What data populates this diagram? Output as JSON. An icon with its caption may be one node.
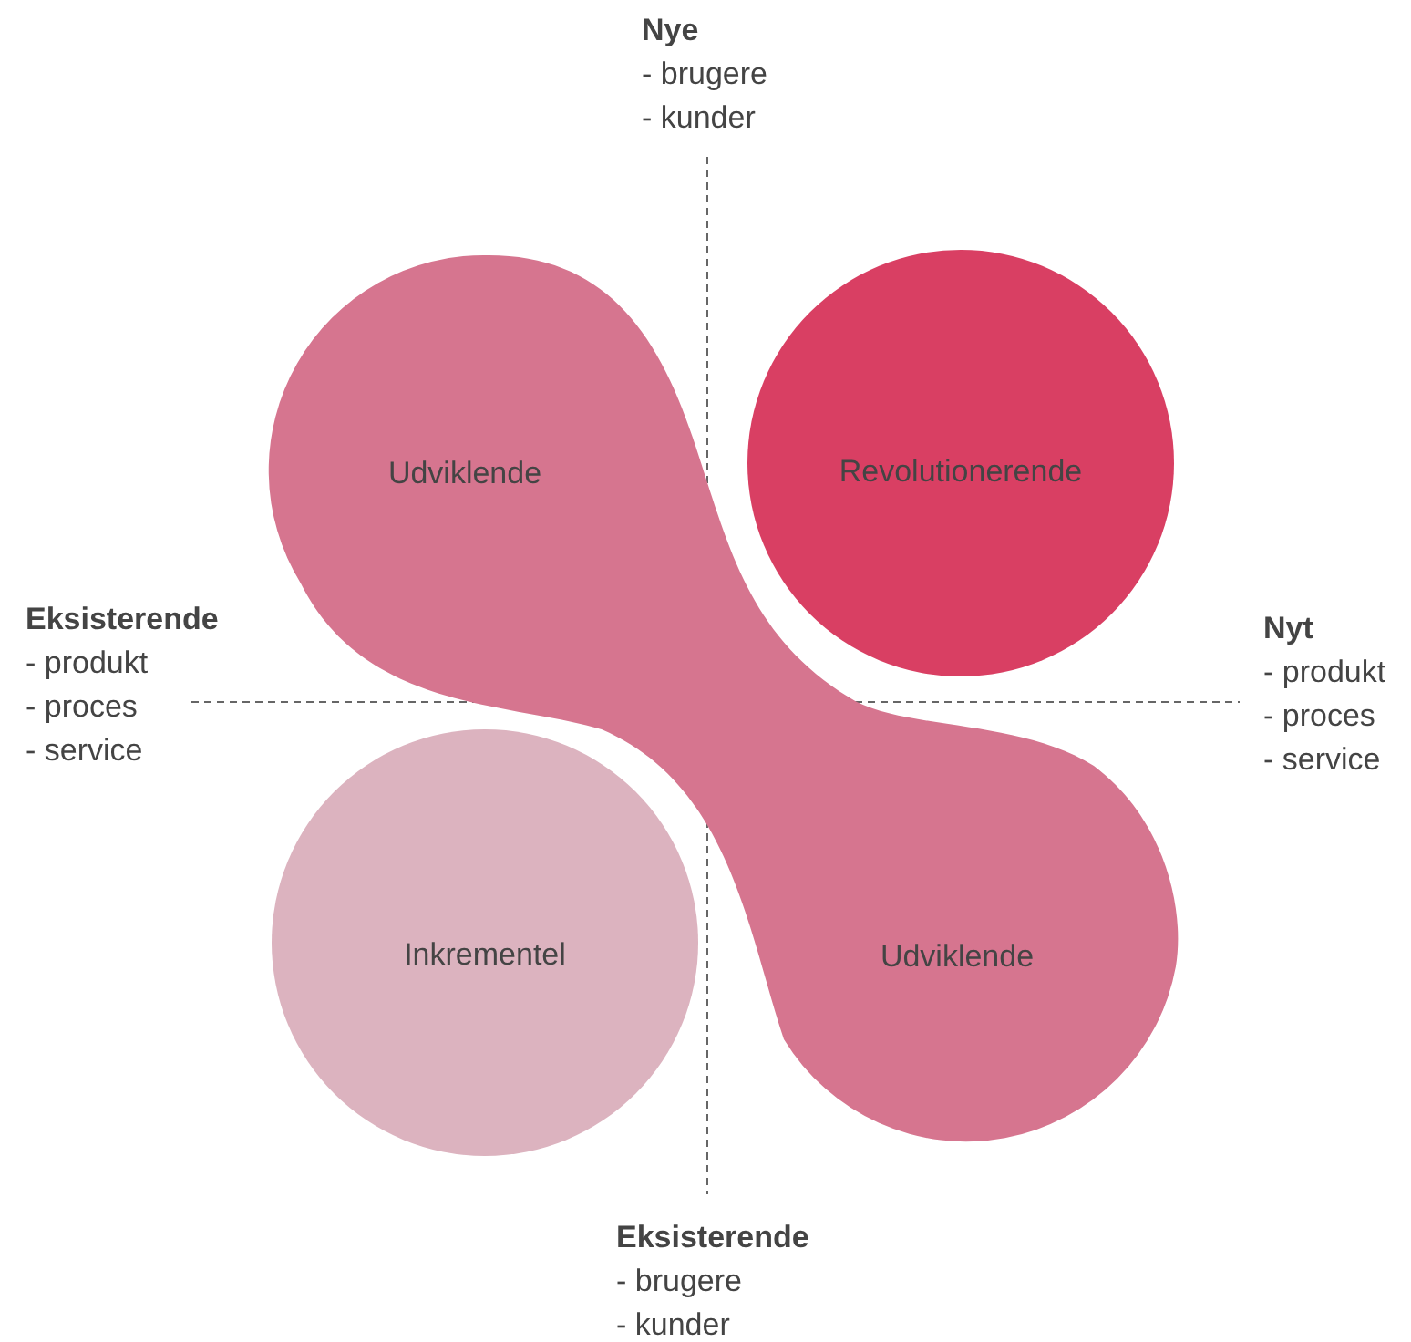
{
  "diagram": {
    "nodes": [
      {
        "text": [
          "Udviklende",
          "Udviklende"
        ]
      },
      {
        "text": [
          "Revolutionerende"
        ]
      },
      {
        "text": [
          "Inkrementel"
        ]
      }
    ],
    "labels": [
      "Nye",
      "- brugere",
      "- kunder",
      "Eksisterende",
      "- produkt",
      "- proces",
      "- service",
      "Nyt",
      "- produkt",
      "- proces",
      "- service",
      "Eksisterende",
      "- brugere",
      "- kunder"
    ]
  }
}
